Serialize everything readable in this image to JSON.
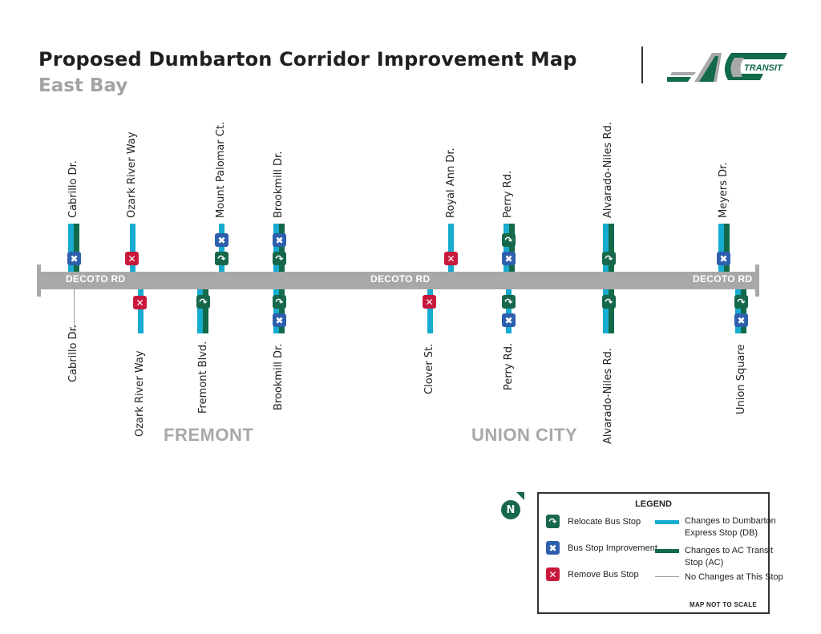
{
  "header": {
    "title": "Proposed Dumbarton Corridor Improvement Map",
    "subtitle": "East Bay",
    "logo_text": "TRANSIT",
    "logo_letters": "AC"
  },
  "colors": {
    "db_line": "#16abcf",
    "ac_line": "#126a48",
    "relocate": "#17684a",
    "improve": "#2d5fae",
    "remove": "#c8193c",
    "road": "#a7a8aa"
  },
  "road": {
    "labels": [
      "DECOTO RD",
      "DECOTO RD",
      "DECOTO RD"
    ]
  },
  "stops_north": [
    {
      "name": "Cabrillo Dr.",
      "lines": [
        "DB",
        "AC"
      ],
      "icons": [
        "improvement"
      ]
    },
    {
      "name": "Ozark River Way",
      "lines": [
        "DB"
      ],
      "icons": [
        "remove"
      ]
    },
    {
      "name": "Mount Palomar Ct.",
      "lines": [
        "DB"
      ],
      "icons": [
        "improvement",
        "relocate"
      ]
    },
    {
      "name": "Brookmill Dr.",
      "lines": [
        "DB",
        "AC"
      ],
      "icons": [
        "improvement",
        "relocate"
      ]
    },
    {
      "name": "Royal Ann Dr.",
      "lines": [
        "DB"
      ],
      "icons": [
        "remove"
      ]
    },
    {
      "name": "Perry Rd.",
      "lines": [
        "DB",
        "AC"
      ],
      "icons": [
        "relocate",
        "improvement"
      ]
    },
    {
      "name": "Alvarado-Niles Rd.",
      "lines": [
        "DB",
        "AC"
      ],
      "icons": [
        "relocate"
      ]
    },
    {
      "name": "Meyers Dr.",
      "lines": [
        "DB",
        "AC"
      ],
      "icons": [
        "improvement"
      ]
    }
  ],
  "stops_south": [
    {
      "name": "Cabrillo Dr.",
      "lines": [
        "none"
      ],
      "icons": []
    },
    {
      "name": "Ozark River Way",
      "lines": [
        "DB"
      ],
      "icons": [
        "remove"
      ]
    },
    {
      "name": "Fremont Blvd.",
      "lines": [
        "DB",
        "AC"
      ],
      "icons": [
        "relocate"
      ]
    },
    {
      "name": "Brookmill Dr.",
      "lines": [
        "DB",
        "AC"
      ],
      "icons": [
        "relocate",
        "improvement"
      ]
    },
    {
      "name": "Clover St.",
      "lines": [
        "DB"
      ],
      "icons": [
        "remove"
      ]
    },
    {
      "name": "Perry Rd.",
      "lines": [
        "DB"
      ],
      "icons": [
        "relocate",
        "improvement"
      ]
    },
    {
      "name": "Alvarado-Niles Rd.",
      "lines": [
        "DB",
        "AC"
      ],
      "icons": [
        "relocate"
      ]
    },
    {
      "name": "Union Square",
      "lines": [
        "DB",
        "AC"
      ],
      "icons": [
        "relocate",
        "improvement"
      ]
    }
  ],
  "cities": [
    "FREMONT",
    "UNION CITY"
  ],
  "compass": {
    "label": "N"
  },
  "legend": {
    "title": "LEGEND",
    "icons": [
      {
        "type": "relocate",
        "label": "Relocate Bus Stop"
      },
      {
        "type": "improvement",
        "label": "Bus Stop Improvement"
      },
      {
        "type": "remove",
        "label": "Remove Bus Stop"
      }
    ],
    "lines": [
      {
        "type": "DB",
        "label_1": "Changes to Dumbarton",
        "label_2": "Express Stop (DB)"
      },
      {
        "type": "AC",
        "label_1": "Changes to AC Transit",
        "label_2": "Stop (AC)"
      },
      {
        "type": "none",
        "label_1": "No Changes at This Stop"
      }
    ],
    "note": "MAP NOT TO SCALE"
  },
  "glyphs": {
    "relocate": "↷",
    "improvement": "✖",
    "remove": "✕"
  }
}
